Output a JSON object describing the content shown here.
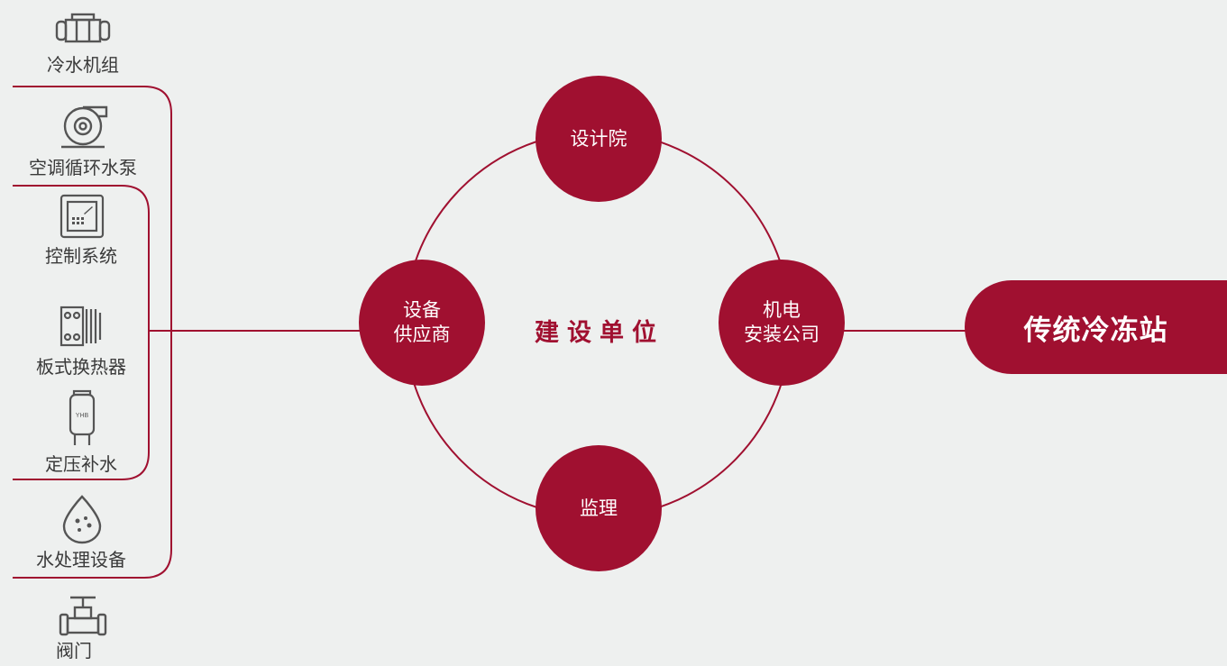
{
  "equipment": [
    {
      "label": "冷水机组",
      "icon": "chiller-icon"
    },
    {
      "label": "空调循环水泵",
      "icon": "circulation-pump-icon"
    },
    {
      "label": "控制系统",
      "icon": "control-panel-icon"
    },
    {
      "label": "板式换热器",
      "icon": "plate-heat-exchanger-icon"
    },
    {
      "label": "定压补水",
      "icon": "pressure-tank-icon",
      "tank_text": "YHB"
    },
    {
      "label": "水处理设备",
      "icon": "water-drop-icon"
    },
    {
      "label": "阀门",
      "icon": "valve-icon"
    }
  ],
  "center": {
    "label": "建设单位"
  },
  "nodes": {
    "design": {
      "label": "设计院"
    },
    "supplier": {
      "line1": "设备",
      "line2": "供应商"
    },
    "installer": {
      "line1": "机电",
      "line2": "安装公司"
    },
    "supervision": {
      "label": "监理"
    }
  },
  "result": {
    "label": "传统冷冻站"
  },
  "colors": {
    "accent": "#a01030",
    "background": "#eef0ef",
    "icon": "#555555"
  }
}
